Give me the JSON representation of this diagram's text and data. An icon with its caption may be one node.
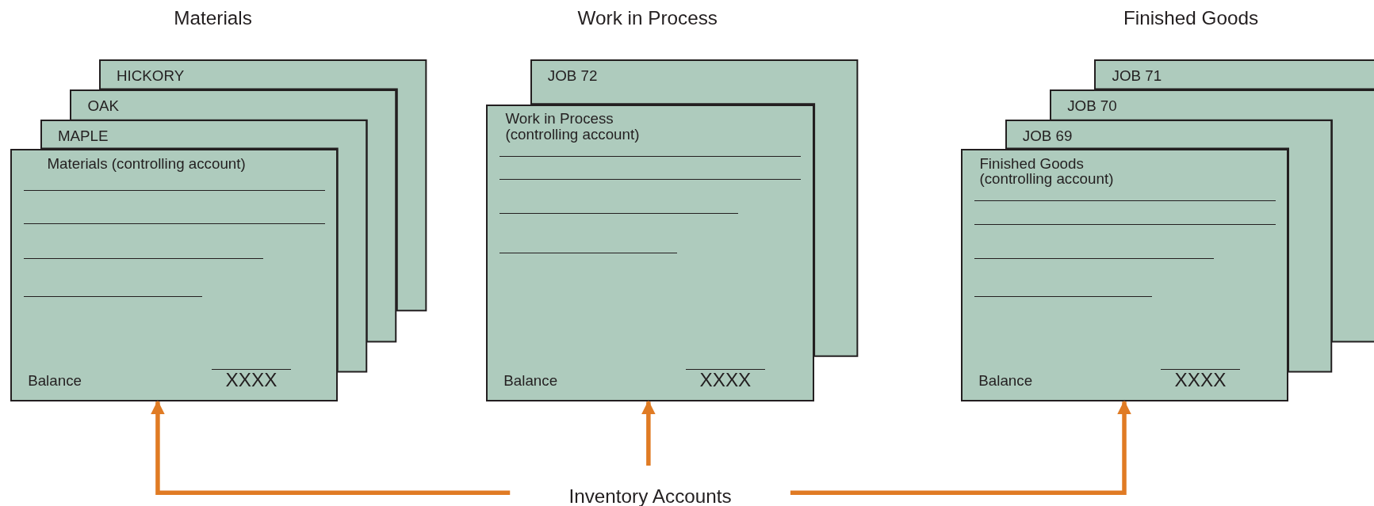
{
  "diagram": {
    "nodes": [
      {
        "text": [
          "HICKORY"
        ]
      },
      {
        "text": [
          "OAK"
        ]
      },
      {
        "text": [
          "MAPLE"
        ]
      },
      {
        "text": [
          "Materials (controlling account)",
          "Balance",
          "XXXX"
        ]
      },
      {
        "text": [
          "JOB 72"
        ]
      },
      {
        "text": [
          "Work in Process (controlling account)",
          "Balance",
          "XXXX"
        ]
      },
      {
        "text": [
          "JOB 71"
        ]
      },
      {
        "text": [
          "JOB 70"
        ]
      },
      {
        "text": [
          "JOB 69"
        ]
      },
      {
        "text": [
          "Finished Goods (controlling account)",
          "Balance",
          "XXXX"
        ]
      },
      {
        "text": [
          "Inventory Accounts"
        ]
      }
    ],
    "edges": [
      {
        "from": 10,
        "to": 3,
        "arrow": "to"
      },
      {
        "from": 10,
        "to": 5,
        "arrow": "to"
      },
      {
        "from": 10,
        "to": 9,
        "arrow": "to"
      }
    ],
    "labels": [
      "Materials",
      "Work in Process",
      "Finished Goods"
    ]
  }
}
